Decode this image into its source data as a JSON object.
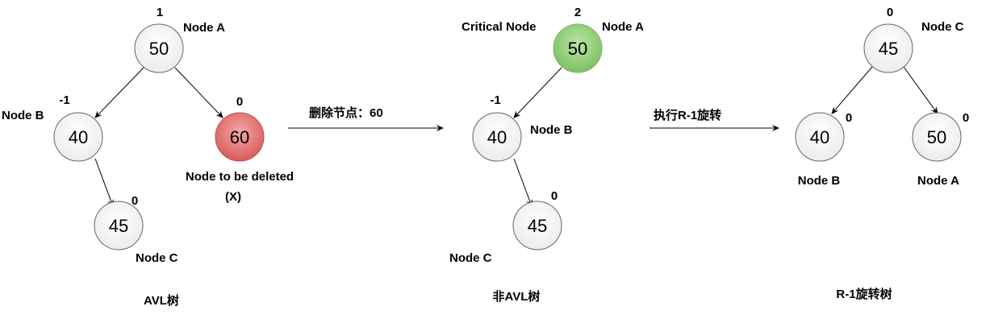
{
  "colors": {
    "node_fill_default": "#f2f2f2",
    "node_stroke_default": "#666666",
    "node_fill_deleted": "#e06666",
    "node_stroke_deleted": "#b85450",
    "node_fill_critical": "#8fcd76",
    "node_stroke_critical": "#82b366",
    "edge": "#000000"
  },
  "trees": [
    {
      "caption": "AVL树",
      "nodes": [
        {
          "value": "50",
          "name": "Node A",
          "balance": "1",
          "style": "default"
        },
        {
          "value": "40",
          "name": "Node B",
          "balance": "-1",
          "style": "default"
        },
        {
          "value": "60",
          "name": "Node to be deleted",
          "name2": "(X)",
          "balance": "0",
          "style": "deleted"
        },
        {
          "value": "45",
          "name": "Node C",
          "balance": "0",
          "style": "default"
        }
      ]
    },
    {
      "caption": "非AVL树",
      "nodes": [
        {
          "value": "50",
          "name": "Node A",
          "extra": "Critical Node",
          "balance": "2",
          "style": "critical"
        },
        {
          "value": "40",
          "name": "Node B",
          "balance": "-1",
          "style": "default"
        },
        {
          "value": "45",
          "name": "Node C",
          "balance": "0",
          "style": "default"
        }
      ]
    },
    {
      "caption": "R-1旋转树",
      "nodes": [
        {
          "value": "45",
          "name": "Node C",
          "balance": "0",
          "style": "default"
        },
        {
          "value": "40",
          "name": "Node B",
          "balance": "0",
          "style": "default"
        },
        {
          "value": "50",
          "name": "Node A",
          "balance": "0",
          "style": "default"
        }
      ]
    }
  ],
  "arrows": [
    {
      "label": "删除节点：60"
    },
    {
      "label": "执行R-1旋转"
    }
  ]
}
